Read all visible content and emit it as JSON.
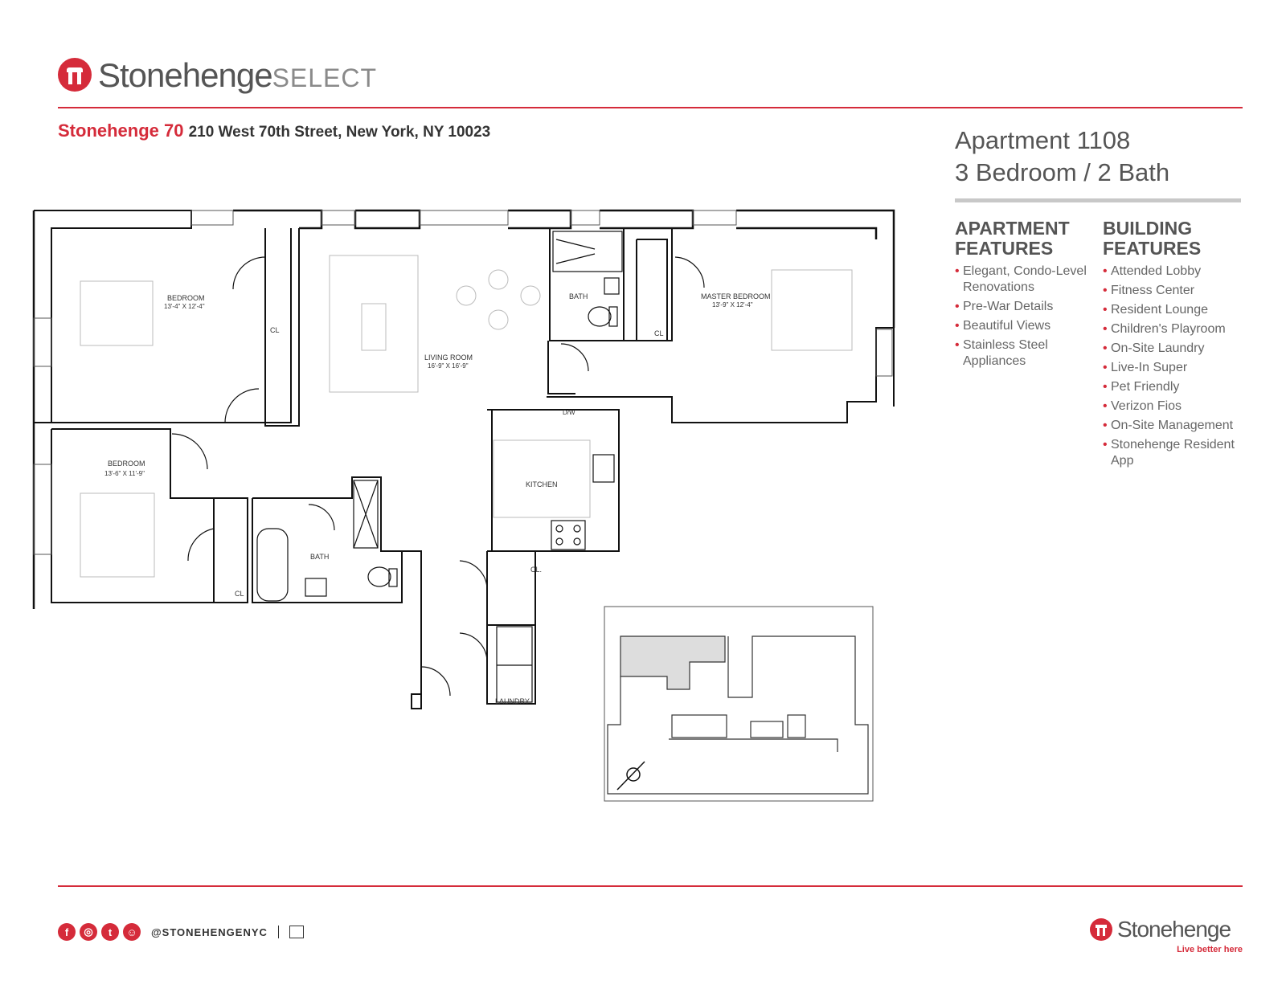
{
  "brand": {
    "logo_word": "Stonehenge",
    "logo_select": "SELECT",
    "color_accent": "#d52b3a"
  },
  "address": {
    "building": "Stonehenge 70",
    "street": "210 West 70th Street, New York, NY 10023"
  },
  "apartment": {
    "title": "Apartment 1108",
    "subtitle": "3 Bedroom / 2 Bath"
  },
  "apartment_features": {
    "heading_line1": "APARTMENT",
    "heading_line2": "FEATURES",
    "items": [
      "Elegant, Condo-Level Renovations",
      "Pre-War Details",
      "Beautiful Views",
      "Stainless Steel Appliances"
    ]
  },
  "building_features": {
    "heading_line1": "BUILDING",
    "heading_line2": "FEATURES",
    "items": [
      "Attended Lobby",
      "Fitness Center",
      "Resident Lounge",
      "Children's Playroom",
      "On-Site Laundry",
      "Live-In Super",
      "Pet Friendly",
      "Verizon Fios",
      "On-Site Management",
      "Stonehenge Resident App"
    ]
  },
  "floorplan": {
    "bedroom1_label": "BEDROOM",
    "bedroom1_dim": "13'-4\" X 12'-4\"",
    "bedroom2_label": "BEDROOM",
    "bedroom2_dim": "13'-6\" X 11'-9\"",
    "living_label": "LIVING ROOM",
    "living_dim": "16'-9\" X 16'-9\"",
    "master_label": "MASTER BEDROOM",
    "master_dim": "13'-9\" X 12'-4\"",
    "bath_label": "BATH",
    "kitchen_label": "KITCHEN",
    "closet_label": "CL",
    "closet2_label": "CL.",
    "laundry_label": "LAUNDRY",
    "dw_label": "D/W"
  },
  "footer": {
    "social_icons": [
      "facebook-icon",
      "instagram-icon",
      "twitter-icon",
      "snapchat-icon"
    ],
    "handle": "@STONEHENGENYC",
    "logo_word": "Stonehenge",
    "tagline": "Live better here"
  }
}
